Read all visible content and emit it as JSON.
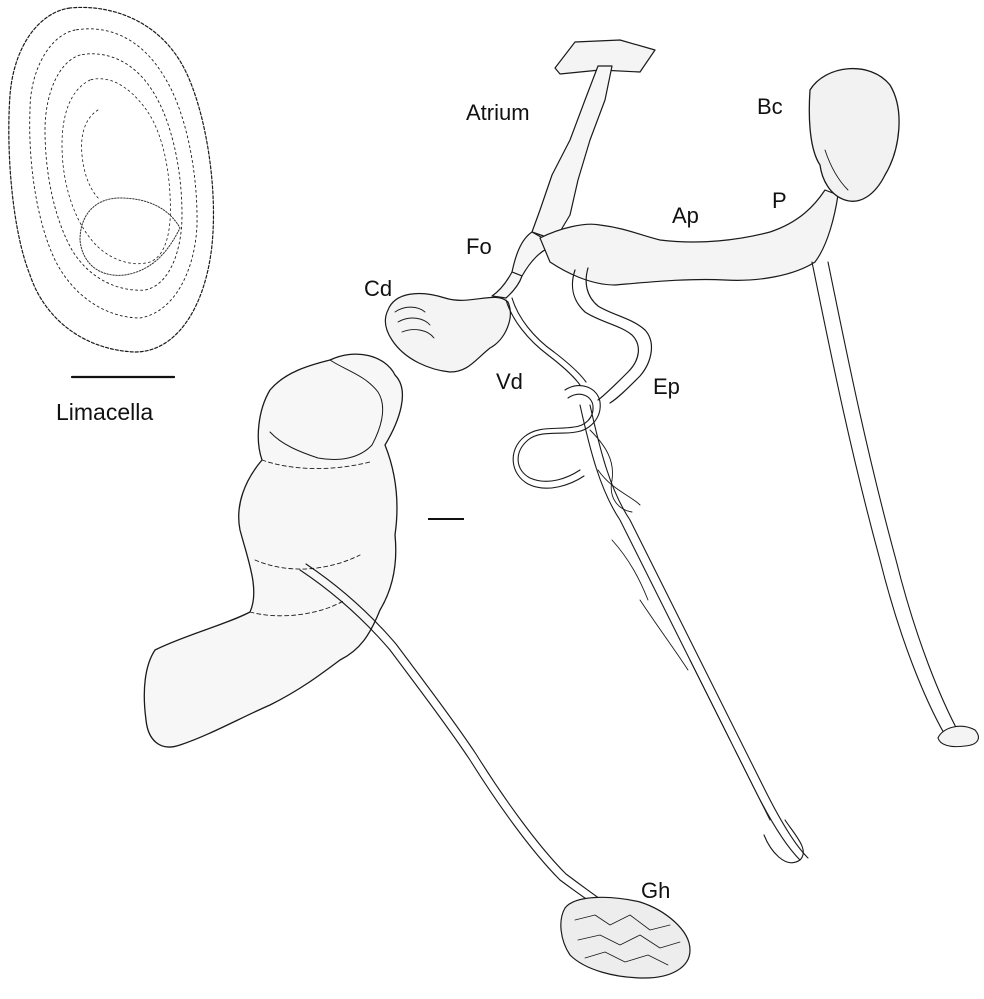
{
  "figure": {
    "labels": {
      "atrium": "Atrium",
      "bursa_copulatrix": "Bc",
      "penis": "P",
      "appendix": "Ap",
      "free_oviduct": "Fo",
      "common_duct": "Cd",
      "vas_deferens": "Vd",
      "epiphallus": "Ep",
      "hermaphrodite_gland": "Gh"
    },
    "inset_caption": "Limacella"
  },
  "colors": {
    "ink": "#1a1a1a",
    "stipple": "#555555",
    "background": "#ffffff"
  }
}
